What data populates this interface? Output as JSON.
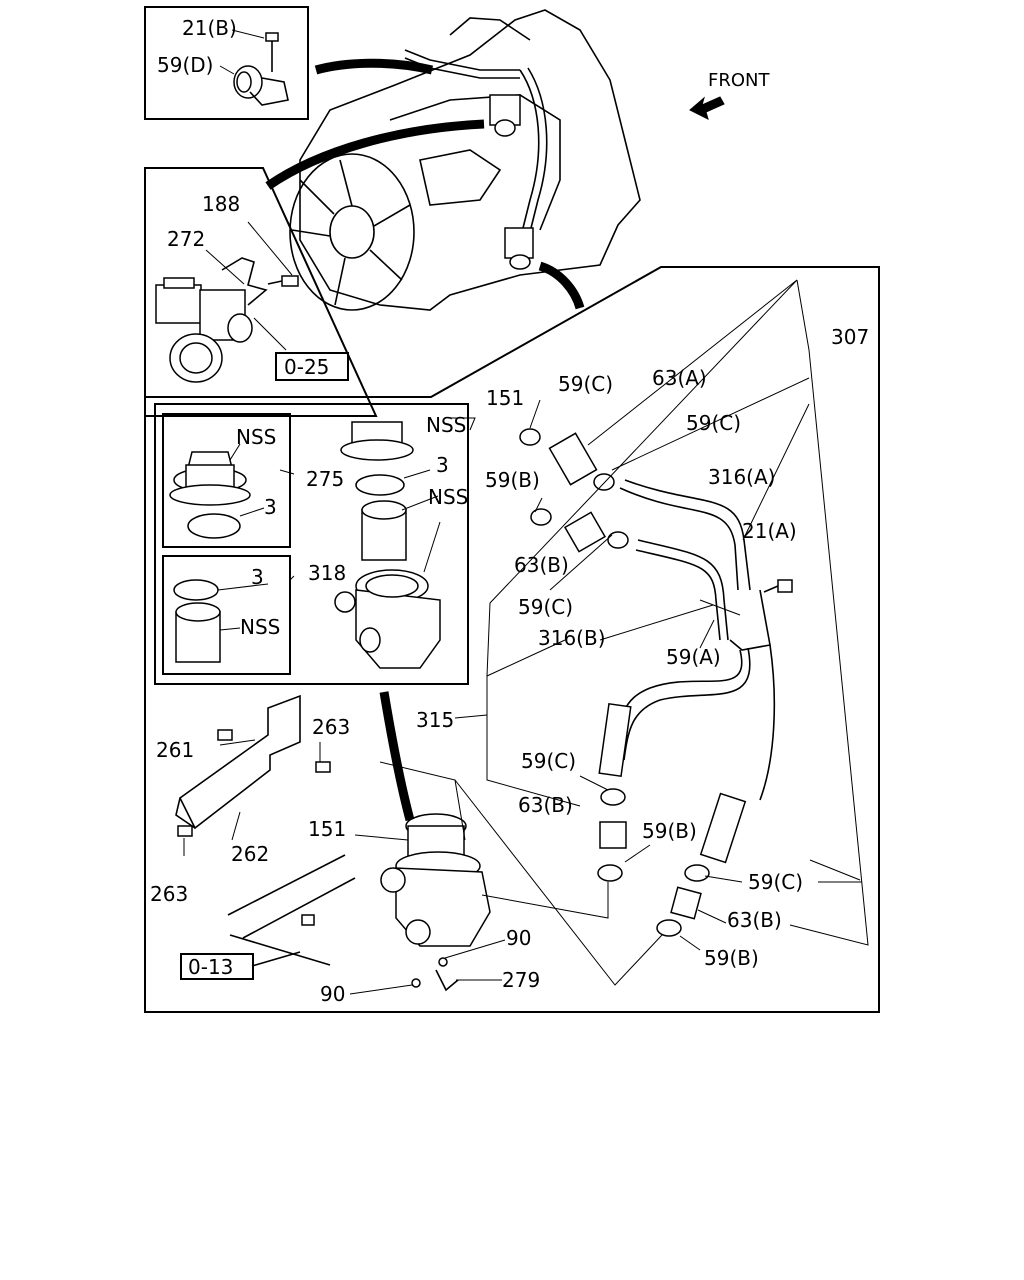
{
  "labels": {
    "l21B": "21(B)",
    "l59D": "59(D)",
    "front": "FRONT",
    "l188": "188",
    "l272": "272",
    "ref025": "0-25",
    "l307": "307",
    "l151a": "151",
    "l59Ca": "59(C)",
    "l63Aa": "63(A)",
    "l59Cb": "59(C)",
    "l316A": "316(A)",
    "l59Ba": "59(B)",
    "l21A": "21(A)",
    "l63Ba": "63(B)",
    "l59Cc": "59(C)",
    "l316B": "316(B)",
    "l59A": "59(A)",
    "nss1": "NSS",
    "nss2": "NSS",
    "nss3": "NSS",
    "nss4": "NSS",
    "l3a": "3",
    "l3b": "3",
    "l3c": "3",
    "l275": "275",
    "l318": "318",
    "l315": "315",
    "l263a": "263",
    "l261": "261",
    "l59Cd": "59(C)",
    "l63Bb": "63(B)",
    "l151b": "151",
    "l59Bb": "59(B)",
    "l262": "262",
    "l59Ce": "59(C)",
    "l263b": "263",
    "l63Bc": "63(B)",
    "l90a": "90",
    "l59Bc": "59(B)",
    "ref013": "0-13",
    "l90b": "90",
    "l279": "279"
  }
}
